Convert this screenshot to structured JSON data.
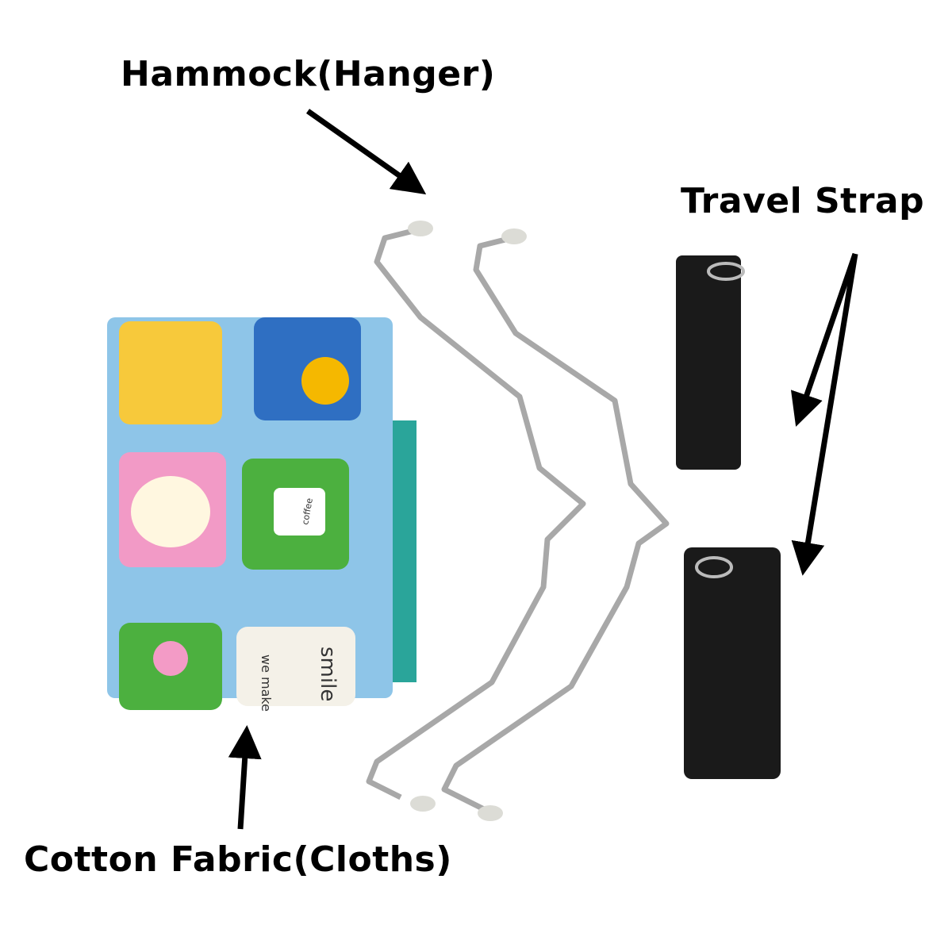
{
  "labels": {
    "hanger": "Hammock(Hanger)",
    "strap": "Travel Strap",
    "fabric": "Cotton Fabric(Cloths)"
  },
  "fabric_print": {
    "coffee": "coffee",
    "smile": "smile",
    "make": "we make"
  },
  "colors": {
    "fabric": "#8ec5e8",
    "strap": "#1a1a1a",
    "metal": "#a9a9a9",
    "arrow": "#000000"
  }
}
